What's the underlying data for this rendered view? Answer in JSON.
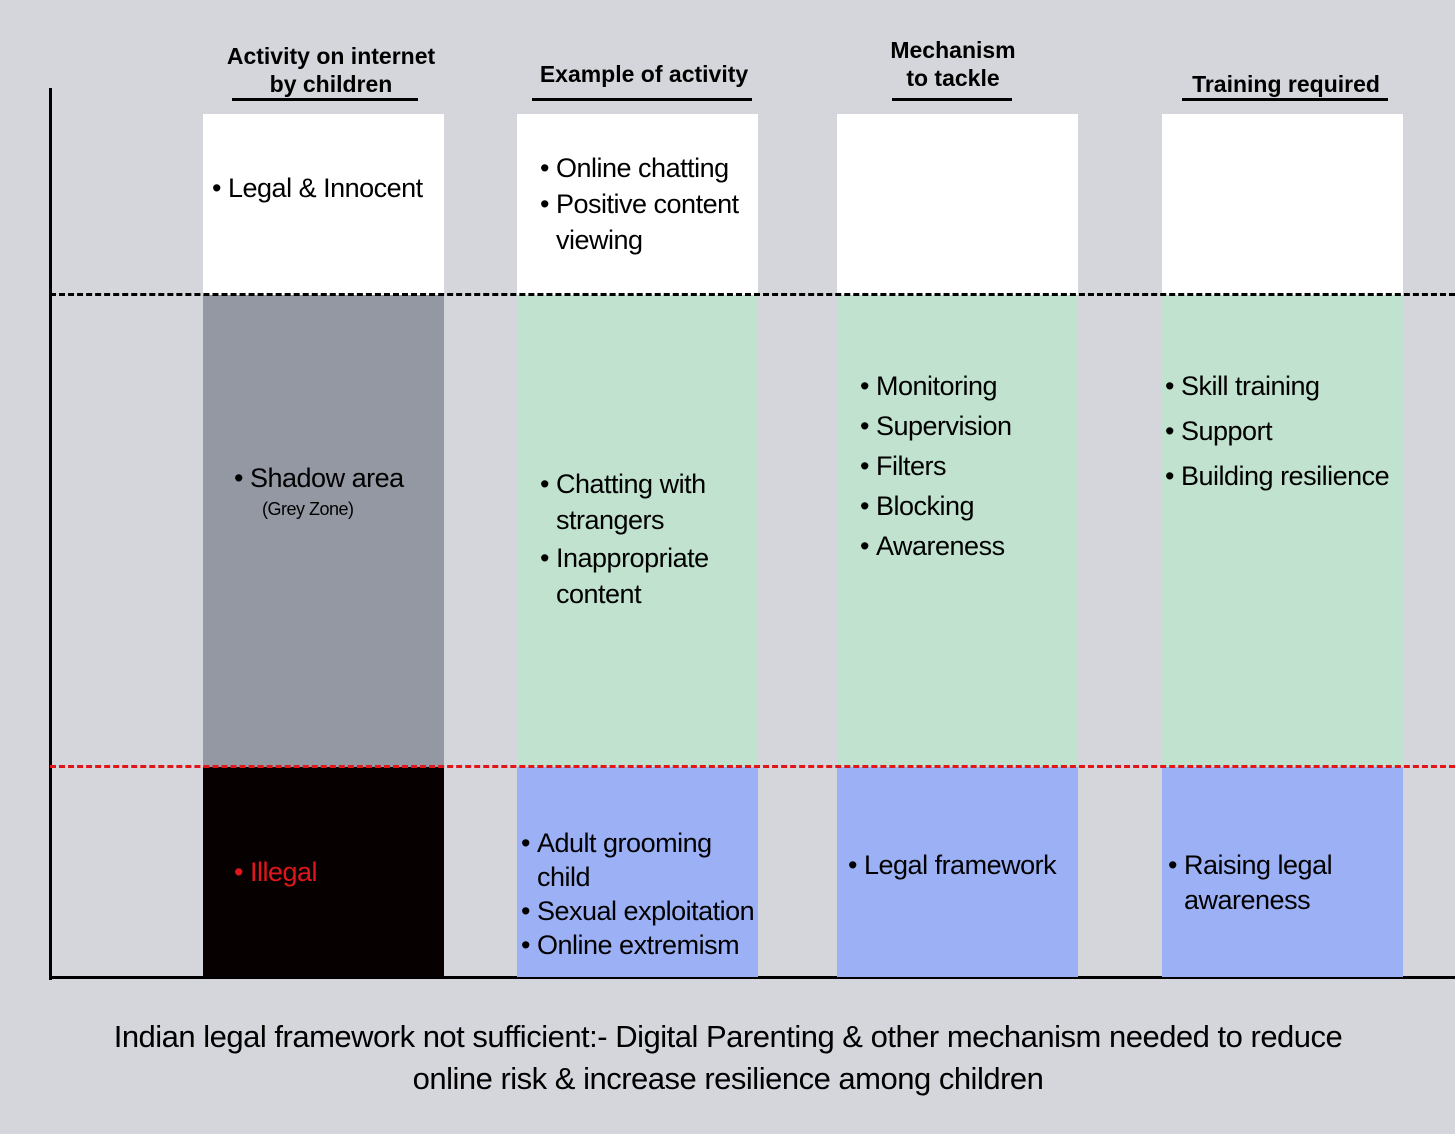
{
  "headers": [
    {
      "line1": "Activity on internet",
      "line2": "by children"
    },
    {
      "line1": "Example of activity",
      "line2": ""
    },
    {
      "line1": "Mechanism",
      "line2": "to tackle"
    },
    {
      "line1": "Training required",
      "line2": ""
    }
  ],
  "rows": {
    "legal": {
      "activity": [
        "Legal & Innocent"
      ],
      "examples": [
        "Online chatting",
        "Positive content viewing"
      ]
    },
    "grey": {
      "activity": "Shadow area",
      "activity_note": "(Grey Zone)",
      "examples": [
        "Chatting with strangers",
        "Inappropriate content"
      ],
      "mechanisms": [
        "Monitoring",
        "Supervision",
        "Filters",
        "Blocking",
        "Awareness"
      ],
      "training": [
        "Skill training",
        "Support",
        "Building resilience"
      ]
    },
    "illegal": {
      "activity": "Illegal",
      "examples": [
        "Adult grooming child",
        "Sexual exploitation",
        "Online extremism"
      ],
      "mechanisms": [
        "Legal framework"
      ],
      "training": [
        "Raising legal awareness"
      ]
    }
  },
  "caption": {
    "line1": "Indian legal framework not sufficient:- Digital Parenting & other mechanism needed to reduce",
    "line2": "online risk & increase resilience among children"
  },
  "colors": {
    "background": "#d5d6db",
    "grey_zone": "#9498a3",
    "green": "#c0e2cf",
    "blue": "#9cb0f6",
    "illegal": "#060000",
    "illegal_text": "#e0161b",
    "divider_red": "#e0161b"
  }
}
